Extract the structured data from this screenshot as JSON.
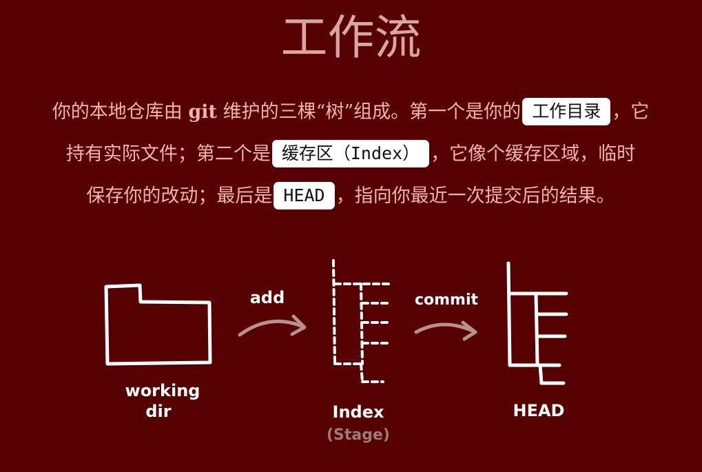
{
  "title": "工作流",
  "intro": {
    "line1_a": "你的本地仓库由 ",
    "line1_git": "git",
    "line1_b": " 维护的三棵“树”组成。第一个是你的",
    "pill_workdir": "工作目录",
    "line1_c": "，它",
    "line2_a": "持有实际文件；第二个是",
    "pill_index": "缓存区（Index）",
    "line2_b": "，它像个缓存区域，临时",
    "line3_a": "保存你的改动；最后是",
    "pill_head": "HEAD",
    "line3_b": "，指向你最近一次提交后的结果。"
  },
  "diagram": {
    "arrow_add": "add",
    "arrow_commit": "commit",
    "node_working_line1": "working",
    "node_working_line2": "dir",
    "node_index": "Index",
    "node_index_sub": "(Stage)",
    "node_head": "HEAD"
  },
  "colors": {
    "background": "#560002",
    "text": "#f1b5ad",
    "title": "#d9a7a1",
    "sketch": "#ffffff",
    "arrow": "#b8908c"
  }
}
